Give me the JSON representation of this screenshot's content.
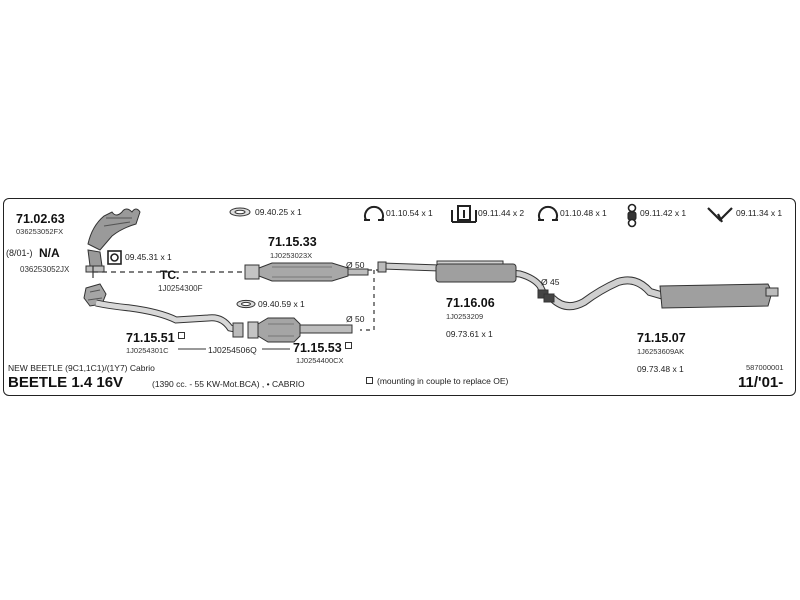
{
  "manifold": {
    "code": "71.02.63",
    "oe": "036253052FX",
    "variant_year": "(8/01-)",
    "variant_code": "N/A",
    "variant_oe": "036253052JX"
  },
  "gasket_square": {
    "label": "09.45.31 x 1"
  },
  "tc": {
    "code": "TC.",
    "oe": "1J0254300F"
  },
  "cat_upper": {
    "code": "71.15.33",
    "oe": "1J0253023X",
    "diameter": "Ø 50"
  },
  "ring_top": {
    "label": "09.40.25 x 1"
  },
  "ring_mid": {
    "label": "09.40.59 x 1"
  },
  "diameter_mid": "Ø 50",
  "front_pipe": {
    "code": "71.15.51",
    "oe": "1J0254301C",
    "link_oe": "1J0254506Q"
  },
  "cat_lower": {
    "code": "71.15.53",
    "oe": "1J0254400CX"
  },
  "middle": {
    "code": "71.16.06",
    "oe": "1J0253209",
    "diameter": "Ø 45",
    "accessory": "09.73.61 x 1"
  },
  "rear": {
    "code": "71.15.07",
    "oe": "1J6253609AK",
    "accessory": "09.73.48 x 1"
  },
  "top_accessories": [
    {
      "icon": "clamp-ring-icon",
      "label": "01.10.54 x 1"
    },
    {
      "icon": "bracket-icon",
      "label": "09.11.44 x 2"
    },
    {
      "icon": "clamp-ring-icon",
      "label": "01.10.48 x 1"
    },
    {
      "icon": "rubber-hanger-icon",
      "label": "09.11.42 x 1"
    },
    {
      "icon": "hanger-rod-icon",
      "label": "09.11.34 x 1"
    }
  ],
  "vehicle": {
    "model": "NEW BEETLE (9C1,1C1)/(1Y7) Cabrio",
    "engine": "BEETLE 1.4 16V",
    "spec": "(1390 cc. - 55 KW-Mot.BCA) , • CABRIO",
    "note": "(mounting in couple to replace OE)",
    "ref": "587000001",
    "date": "11/'01-"
  }
}
